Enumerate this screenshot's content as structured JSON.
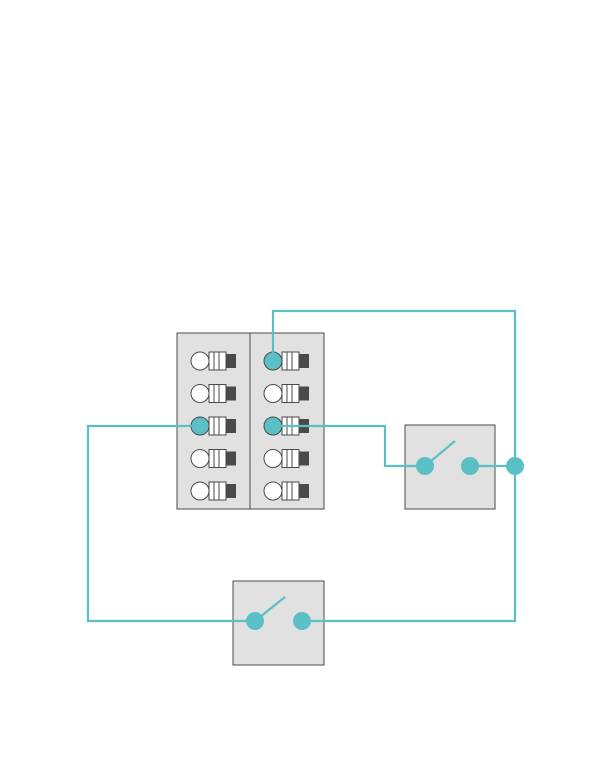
{
  "diagram": {
    "colors": {
      "wire": "#5bc0c5",
      "terminal_active": "#5bc0c5",
      "terminal_idle": "#ffffff",
      "outline": "#4a4a4a",
      "panel": "#e2e1e1",
      "clamp": "#4a4a4a"
    },
    "terminal_block": {
      "columns": 2,
      "rows": 5,
      "active_terminals": [
        {
          "column": 1,
          "row": 3
        },
        {
          "column": 2,
          "row": 1
        },
        {
          "column": 2,
          "row": 3
        }
      ]
    },
    "switches": [
      {
        "name": "switch-right",
        "state": "open"
      },
      {
        "name": "switch-bottom",
        "state": "open"
      }
    ],
    "junctions": 1
  }
}
